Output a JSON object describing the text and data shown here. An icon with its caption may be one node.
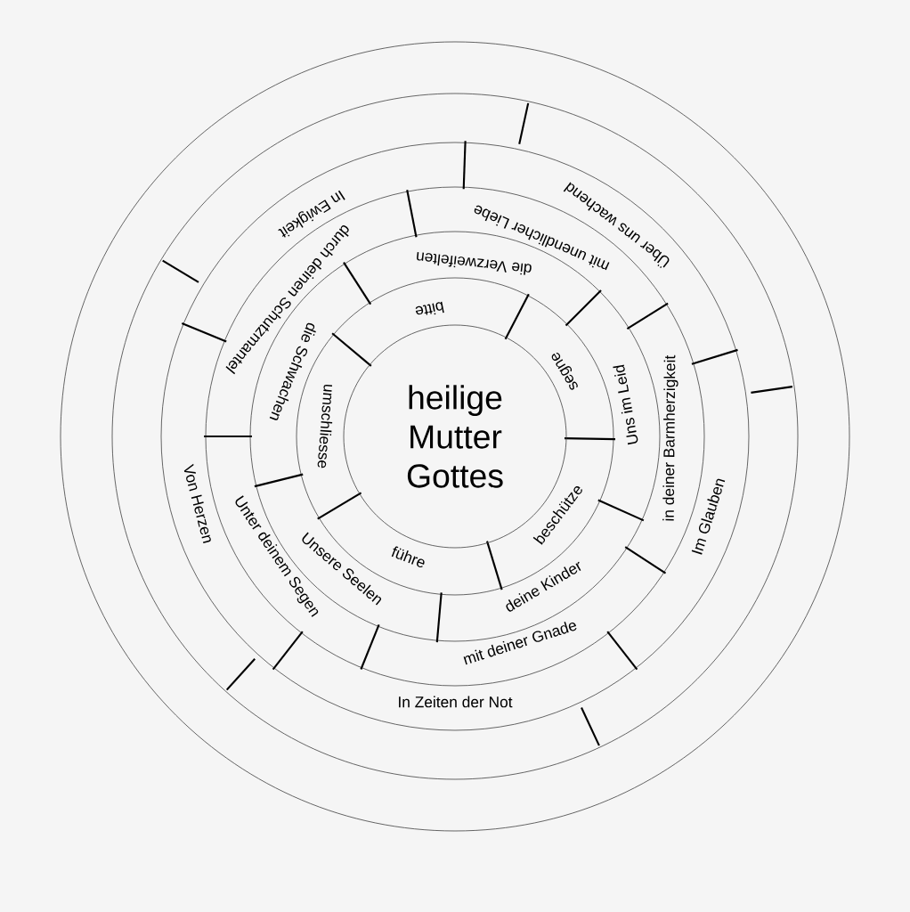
{
  "diagram": {
    "nodes": [
      {
        "text": [
          "heilige Mutter Gottes"
        ]
      },
      {
        "text": [
          "bitte"
        ]
      },
      {
        "text": [
          "umschliesse"
        ]
      },
      {
        "text": [
          "führe"
        ]
      },
      {
        "text": [
          "beschütze"
        ]
      },
      {
        "text": [
          "segne"
        ]
      },
      {
        "text": [
          "die Verzweifelten"
        ]
      },
      {
        "text": [
          "die Schwachen"
        ]
      },
      {
        "text": [
          "Unsere Seelen"
        ]
      },
      {
        "text": [
          "deine Kinder"
        ]
      },
      {
        "text": [
          "Uns im Leid"
        ]
      },
      {
        "text": [
          "mit unendlicher Liebe"
        ]
      },
      {
        "text": [
          "durch deinen Schutzmantel"
        ]
      },
      {
        "text": [
          "Unter deinem Segen"
        ]
      },
      {
        "text": [
          "mit deiner Gnade"
        ]
      },
      {
        "text": [
          "in deiner Barmherzigkeit"
        ]
      },
      {
        "text": [
          "In Ewigkeit"
        ]
      },
      {
        "text": [
          "Von Herzen"
        ]
      },
      {
        "text": [
          "In Zeiten der Not"
        ]
      },
      {
        "text": [
          "Im Glauben"
        ]
      },
      {
        "text": [
          "Über uns wachend"
        ]
      }
    ]
  }
}
